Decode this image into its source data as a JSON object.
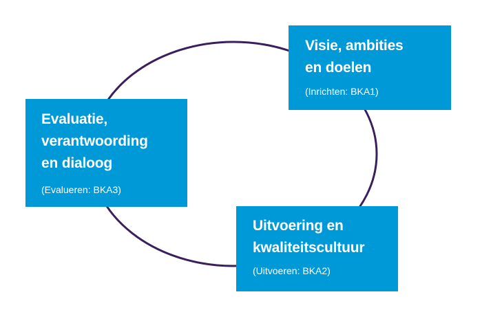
{
  "diagram": {
    "colors": {
      "box_fill": "#0099d8",
      "box_text": "#ffffff",
      "cycle_line": "#3b1f5c"
    },
    "boxes": {
      "visie": {
        "title_lines": [
          "Visie, ambities",
          "en doelen"
        ],
        "subtitle": "(Inrichten: BKA1)"
      },
      "evaluatie": {
        "title_lines": [
          "Evaluatie,",
          "verantwoording",
          "en dialoog"
        ],
        "subtitle": "(Evalueren: BKA3)"
      },
      "uitvoering": {
        "title_lines": [
          "Uitvoering en",
          "kwaliteitscultuur"
        ],
        "subtitle": "(Uitvoeren: BKA2)"
      }
    }
  }
}
